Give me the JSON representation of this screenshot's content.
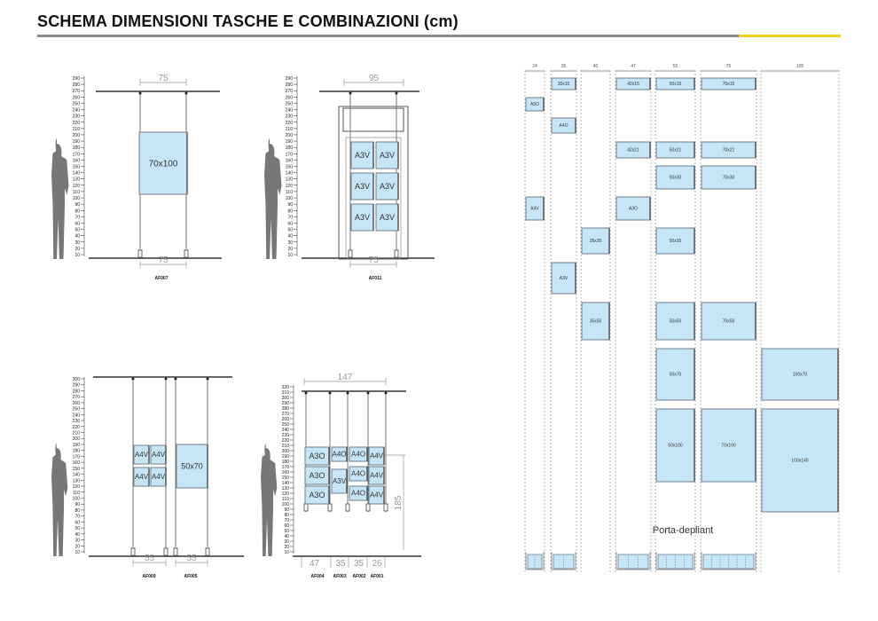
{
  "title": "SCHEMA DIMENSIONI TASCHE E COMBINAZIONI (cm)",
  "colors": {
    "accent": "#f2d21a",
    "rule": "#8a8a8a",
    "panel": "#c6e6f8",
    "panel_border": "#6f7f8a"
  },
  "diagrams": [
    {
      "code": "AF007",
      "top_dim": "75",
      "bottom_dim": "75",
      "panels": [
        "70x100"
      ],
      "scale": [
        "290",
        "280",
        "270",
        "260",
        "250",
        "240",
        "230",
        "220",
        "210",
        "200",
        "190",
        "180",
        "170",
        "160",
        "150",
        "140",
        "130",
        "120",
        "110",
        "100",
        "90",
        "80",
        "70",
        "60",
        "50",
        "40",
        "30",
        "20",
        "10"
      ]
    },
    {
      "code": "AF011",
      "top_dim": "95",
      "bottom_dim": "75",
      "panels": [
        "A3V",
        "A3V",
        "A3V",
        "A3V",
        "A3V",
        "A3V"
      ],
      "scale": [
        "290",
        "280",
        "270",
        "260",
        "250",
        "240",
        "230",
        "220",
        "210",
        "200",
        "190",
        "180",
        "170",
        "160",
        "150",
        "140",
        "130",
        "120",
        "110",
        "100",
        "90",
        "80",
        "70",
        "60",
        "50",
        "40",
        "30",
        "20",
        "10"
      ]
    },
    {
      "codes": [
        "AF009",
        "AF005"
      ],
      "bottom_dims": [
        "55",
        "55"
      ],
      "panels": [
        "A4V",
        "A4V",
        "A4V",
        "A4V",
        "50x70"
      ],
      "scale": [
        "300",
        "290",
        "280",
        "270",
        "260",
        "250",
        "240",
        "230",
        "220",
        "210",
        "200",
        "190",
        "180",
        "170",
        "160",
        "150",
        "140",
        "130",
        "120",
        "110",
        "100",
        "90",
        "80",
        "70",
        "60",
        "50",
        "40",
        "30",
        "20",
        "10"
      ]
    },
    {
      "codes": [
        "AF004",
        "AF003",
        "AF002",
        "AF001"
      ],
      "top_dim": "147",
      "height_dim": "185",
      "bottom_dims": [
        "47",
        "35",
        "35",
        "26"
      ],
      "panels": [
        "A3O",
        "A3O",
        "A3O",
        "A4O",
        "A3V",
        "A4O",
        "A4O",
        "A4O",
        "A4V",
        "A4V",
        "A4V"
      ],
      "scale": [
        "320",
        "310",
        "300",
        "290",
        "280",
        "270",
        "260",
        "250",
        "240",
        "230",
        "220",
        "210",
        "200",
        "190",
        "180",
        "170",
        "160",
        "150",
        "140",
        "130",
        "120",
        "110",
        "100",
        "90",
        "80",
        "70",
        "60",
        "50",
        "40",
        "30",
        "20",
        "10"
      ]
    }
  ],
  "grid": {
    "columns": [
      "24",
      "35",
      "40",
      "47",
      "55",
      "75",
      "105"
    ],
    "pockets": [
      {
        "col": 1,
        "label": "30x15"
      },
      {
        "col": 3,
        "label": "42x15"
      },
      {
        "col": 4,
        "label": "50x15"
      },
      {
        "col": 5,
        "label": "70x15"
      },
      {
        "col": 0,
        "label": "A5O"
      },
      {
        "col": 1,
        "label": "A4O"
      },
      {
        "col": 3,
        "label": "42x21"
      },
      {
        "col": 4,
        "label": "50x21"
      },
      {
        "col": 5,
        "label": "70x21"
      },
      {
        "col": 4,
        "label": "50x30"
      },
      {
        "col": 5,
        "label": "70x30"
      },
      {
        "col": 0,
        "label": "A4V"
      },
      {
        "col": 3,
        "label": "A3O"
      },
      {
        "col": 2,
        "label": "35x35"
      },
      {
        "col": 4,
        "label": "50x35"
      },
      {
        "col": 1,
        "label": "A3V"
      },
      {
        "col": 2,
        "label": "35x50"
      },
      {
        "col": 4,
        "label": "50x50"
      },
      {
        "col": 5,
        "label": "70x50"
      },
      {
        "col": 4,
        "label": "50x70"
      },
      {
        "col": 6,
        "label": "100x70"
      },
      {
        "col": 4,
        "label": "50x100"
      },
      {
        "col": 5,
        "label": "70x100"
      },
      {
        "col": 6,
        "label": "100x140"
      }
    ],
    "depliant_label": "Porta-depliant",
    "depliant_columns": [
      0,
      1,
      3,
      4,
      5
    ]
  }
}
